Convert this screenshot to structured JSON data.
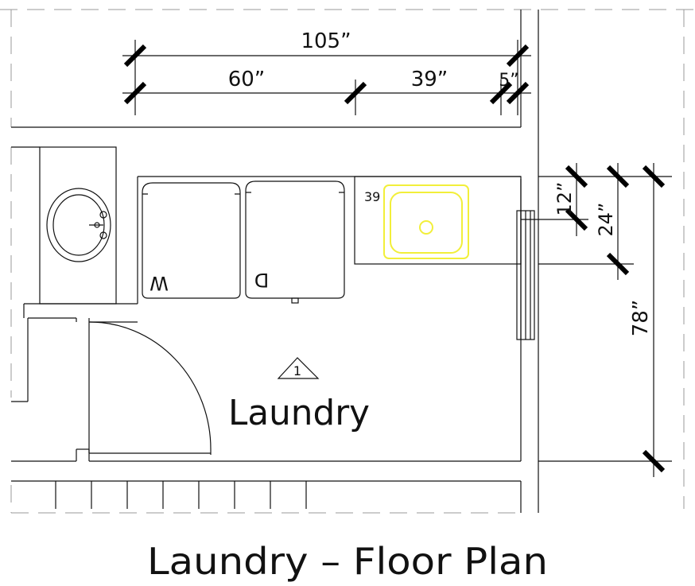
{
  "title": "Laundry – Floor Plan",
  "room": {
    "label": "Laundry",
    "tag": "1"
  },
  "appliances": {
    "washer_label": "W",
    "dryer_label": "D"
  },
  "counter_label": "39",
  "dimensions": {
    "overall": "105”",
    "seg_a": "60”",
    "seg_b": "39”",
    "seg_c": "5”",
    "vert_a": "12”",
    "vert_b": "24”",
    "vert_total": "78”"
  },
  "colors": {
    "line": "#111111",
    "highlight": "#f2ef3a",
    "hidden": "#999999"
  }
}
